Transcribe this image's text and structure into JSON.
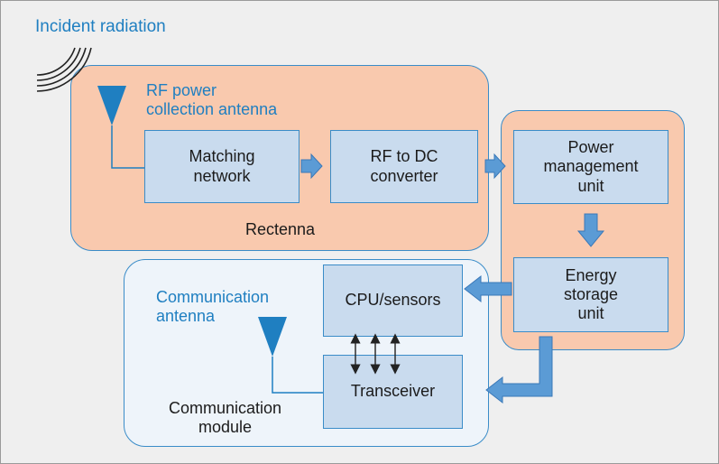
{
  "title": "Incident radiation",
  "rectenna": {
    "antenna_label": "RF power\ncollection antenna",
    "matching": "Matching\nnetwork",
    "rf_to_dc": "RF to DC\nconverter",
    "label": "Rectenna"
  },
  "power": {
    "management": "Power\nmanagement\nunit",
    "storage": "Energy\nstorage\nunit"
  },
  "comm": {
    "antenna_label": "Communication\nantenna",
    "cpu": "CPU/sensors",
    "transceiver": "Transceiver",
    "module_label": "Communication\nmodule"
  },
  "colors": {
    "accent": "#1f7fc1",
    "peach": "#f9c9ae",
    "box_fill": "#c9dbee",
    "arrow": "#5b9bd5"
  }
}
